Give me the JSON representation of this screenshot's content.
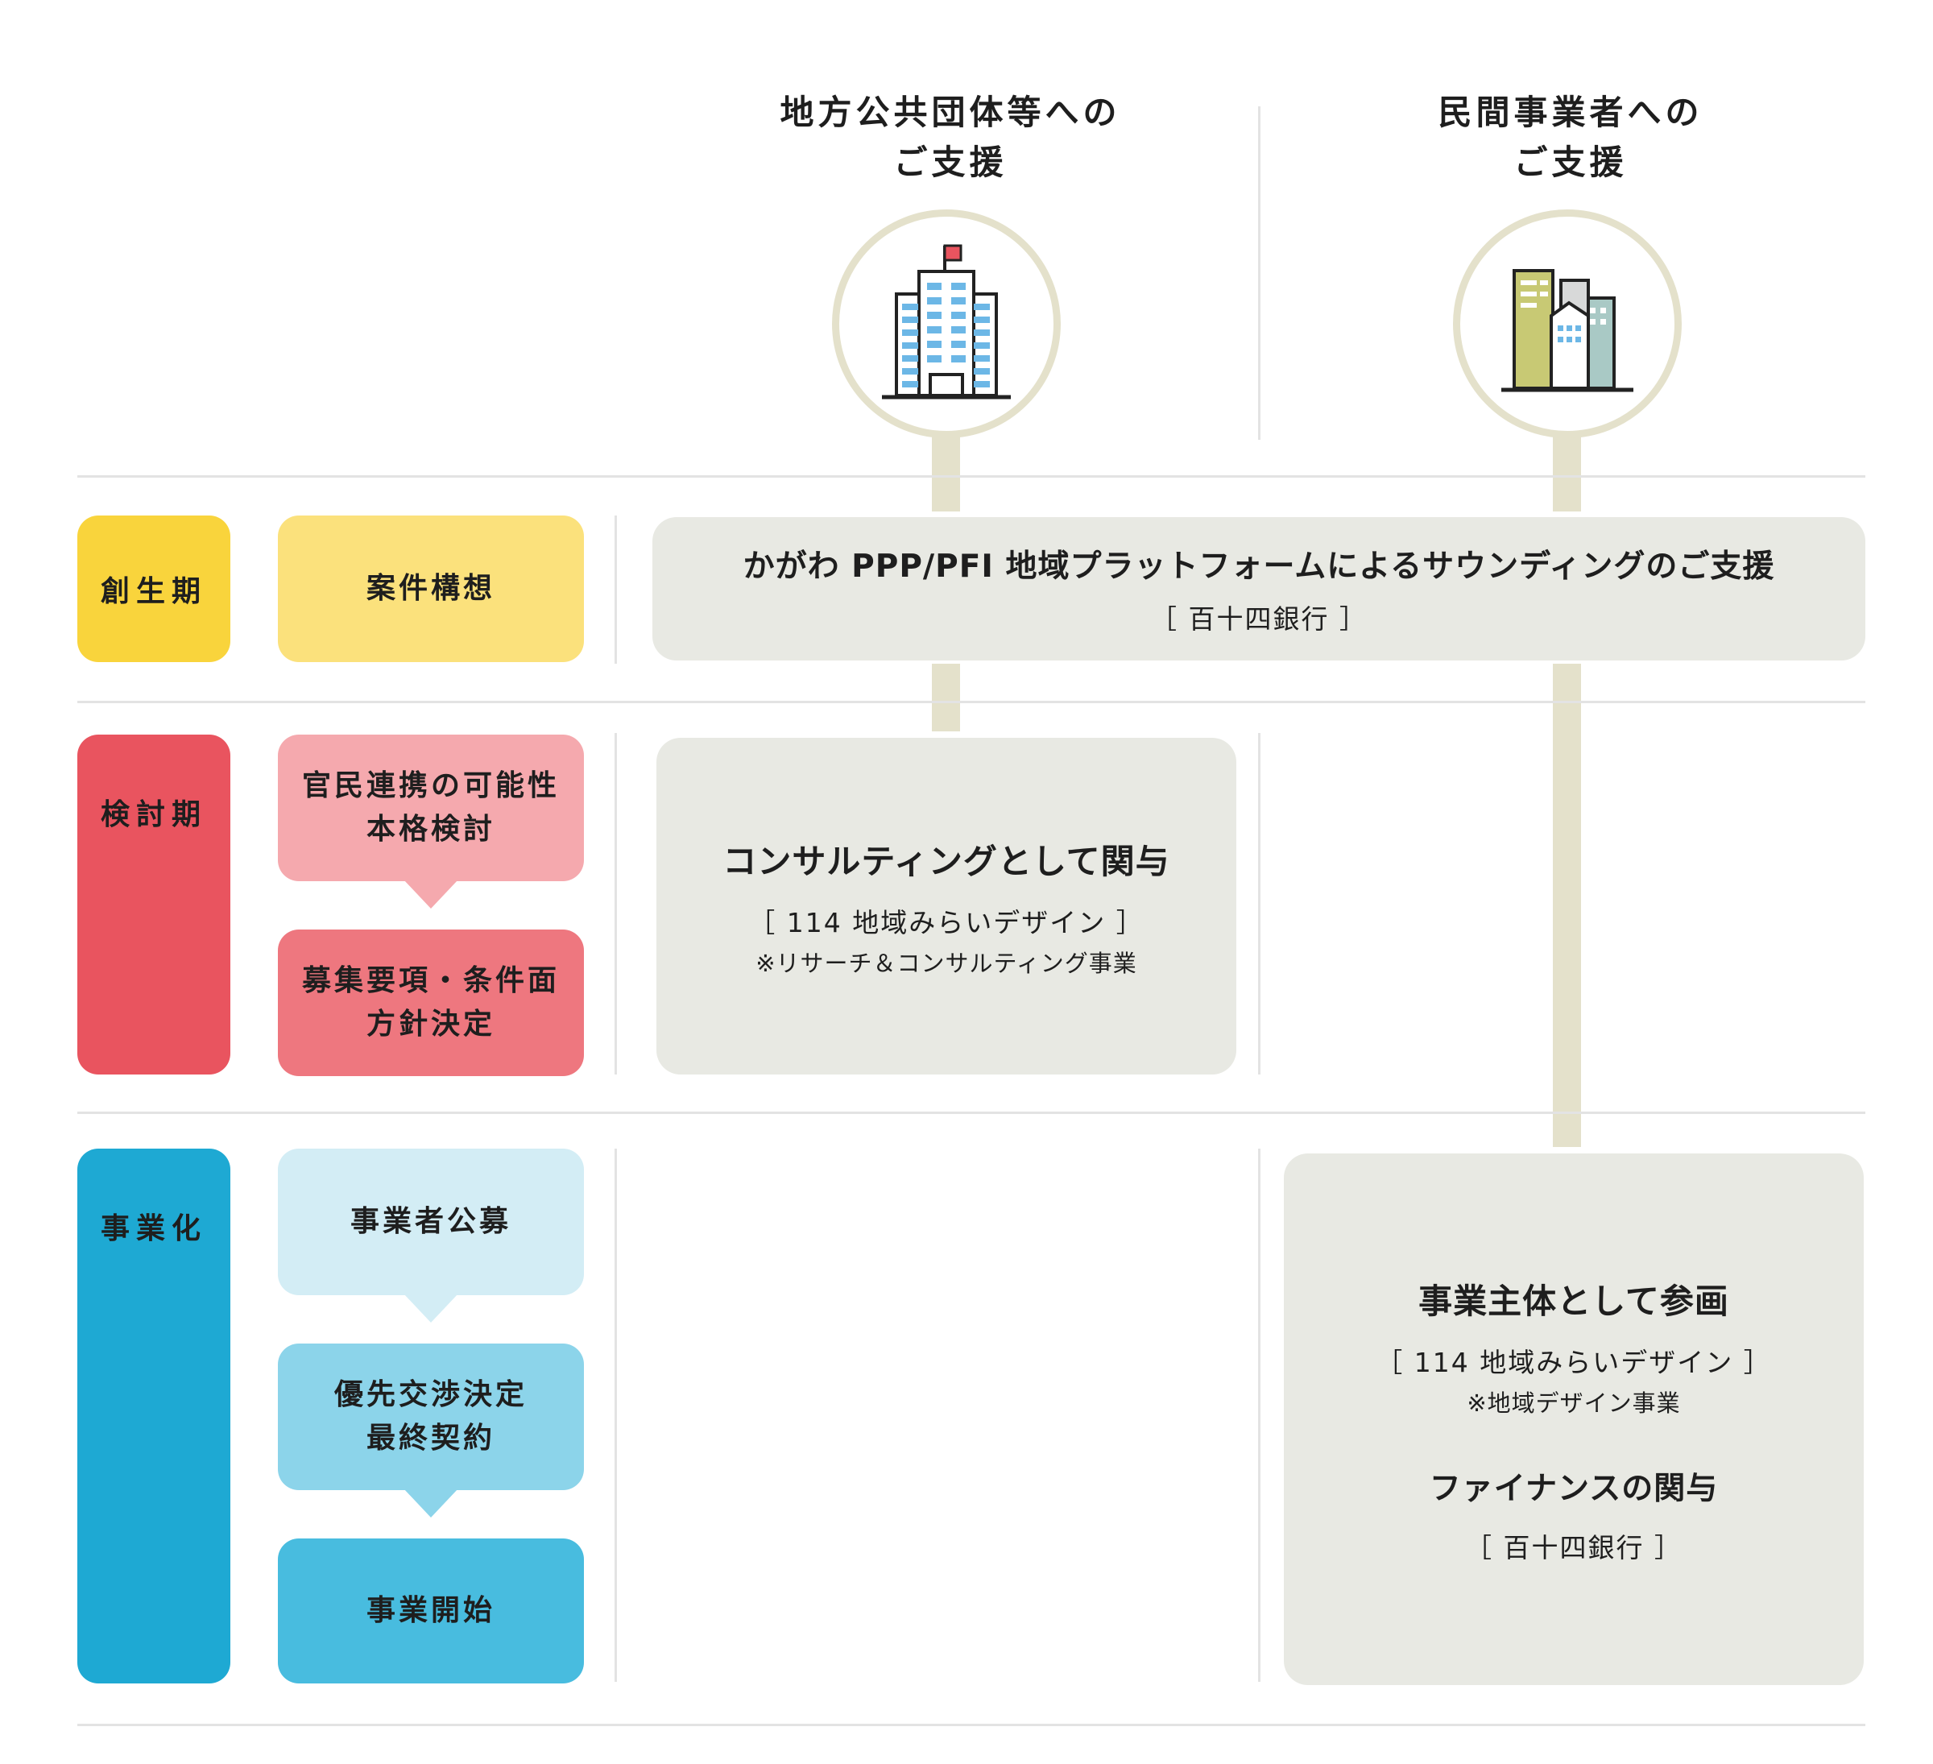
{
  "columns": {
    "public": {
      "title": "地方公共団体等への\nご支援",
      "icon": "government-building-icon"
    },
    "private": {
      "title": "民間事業者への\nご支援",
      "icon": "company-buildings-icon"
    }
  },
  "phases": [
    {
      "label": "創生期",
      "color": "#f9d43c",
      "steps": [
        {
          "label": "案件構想",
          "color": "#fbe17c"
        }
      ]
    },
    {
      "label": "検討期",
      "color": "#e9545f",
      "steps": [
        {
          "label": "官民連携の可能性\n本格検討",
          "color": "#f5a9ae"
        },
        {
          "label": "募集要項・条件面\n方針決定",
          "color": "#ee777f"
        }
      ]
    },
    {
      "label": "事業化",
      "color": "#1ea9d3",
      "steps": [
        {
          "label": "事業者公募",
          "color": "#d3edf5"
        },
        {
          "label": "優先交渉決定\n最終契約",
          "color": "#8cd4ea"
        },
        {
          "label": "事業開始",
          "color": "#48bcdf"
        }
      ]
    }
  ],
  "support": {
    "sounding": {
      "title": "かがわ PPP/PFI 地域プラットフォームによるサウンディングのご支援",
      "org": "［ 百十四銀行 ］"
    },
    "consulting": {
      "title": "コンサルティングとして関与",
      "org": "［ 114 地域みらいデザイン ］",
      "note": "※リサーチ＆コンサルティング事業"
    },
    "business": {
      "title": "事業主体として参画",
      "org": "［ 114 地域みらいデザイン ］",
      "note": "※地域デザイン事業",
      "finance_title": "ファイナンスの関与",
      "finance_org": "［ 百十四銀行 ］"
    }
  }
}
